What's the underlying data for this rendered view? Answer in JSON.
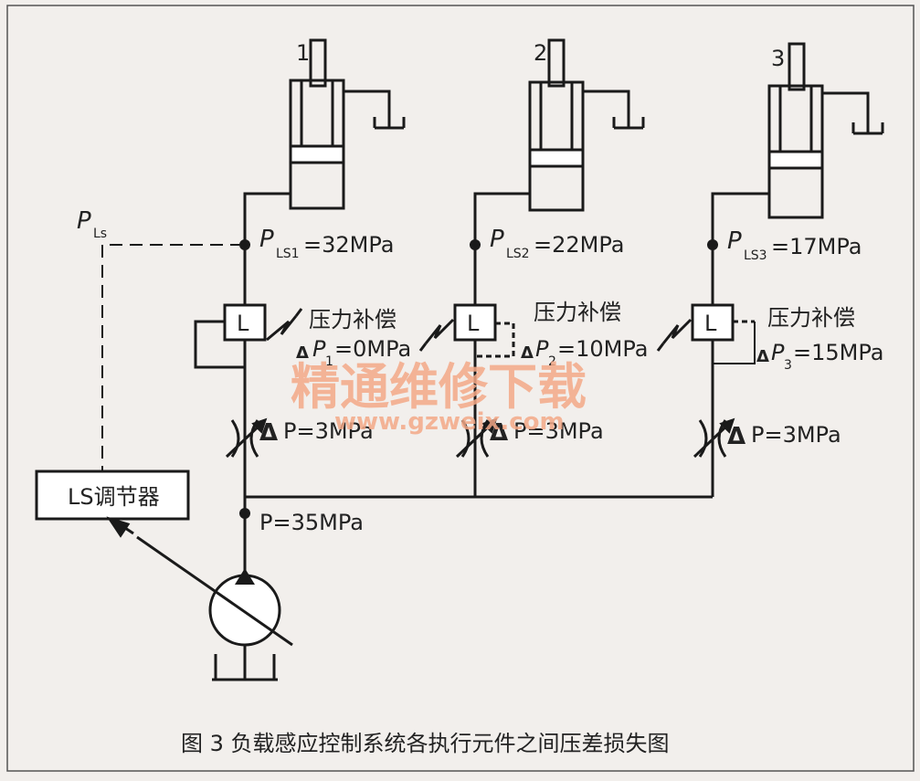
{
  "labels": {
    "cyl1": "1",
    "cyl2": "2",
    "cyl3": "3",
    "pls": "P",
    "pls_sub": "Ls",
    "pls1_p": "P",
    "pls1_sub": "LS1",
    "pls1_val": "=32MPa",
    "pls2_p": "P",
    "pls2_sub": "LS2",
    "pls2_val": "=22MPa",
    "pls3_p": "P",
    "pls3_sub": "LS3",
    "pls3_val": "=17MPa",
    "comp_l": "L",
    "comp_text": "压力补偿",
    "delta": "Δ",
    "dp1_p": "P",
    "dp1_sub": "1",
    "dp1_val": "=0MPa",
    "dp2_p": "P",
    "dp2_sub": "2",
    "dp2_val": "=10MPa",
    "dp3_p": "P",
    "dp3_sub": "3",
    "dp3_val": "=15MPa",
    "throttle_val": "P=3MPa",
    "pump_p": "P=35MPa",
    "ls_regulator": "LS调节器",
    "caption": "图 3  负载感应控制系统各执行元件之间压差损失图",
    "watermark_cn": "精通维修下载",
    "watermark_url": "www.gzweix.com"
  },
  "colors": {
    "line": "#1a1a1a",
    "background": "#f2efec",
    "watermark": "#f4a988"
  }
}
